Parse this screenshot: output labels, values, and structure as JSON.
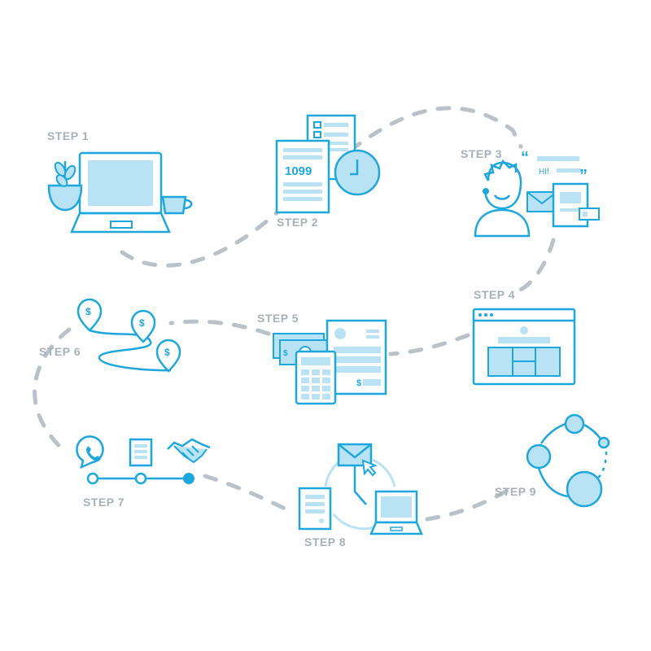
{
  "colors": {
    "primary": "#1ea7dc",
    "fill_light": "#b9e3f4",
    "label": "#a9b1b8",
    "path": "#b9c2c9",
    "background": "#ffffff"
  },
  "steps": [
    {
      "label": "STEP 1",
      "icon": "laptop-with-plant-and-coffee-icon"
    },
    {
      "label": "STEP 2",
      "icon": "tax-form-and-clock-icon"
    },
    {
      "label": "STEP 3",
      "icon": "person-with-speech-and-documents-icon"
    },
    {
      "label": "STEP 4",
      "icon": "browser-window-icon"
    },
    {
      "label": "STEP 5",
      "icon": "money-calculator-invoice-icon"
    },
    {
      "label": "STEP 6",
      "icon": "location-pins-route-icon"
    },
    {
      "label": "STEP 7",
      "icon": "phone-document-handshake-timeline-icon"
    },
    {
      "label": "STEP 8",
      "icon": "email-clock-laptop-cycle-icon"
    },
    {
      "label": "STEP 9",
      "icon": "connected-circles-icon"
    }
  ],
  "form_text": "1099",
  "speech_text": "HI!"
}
